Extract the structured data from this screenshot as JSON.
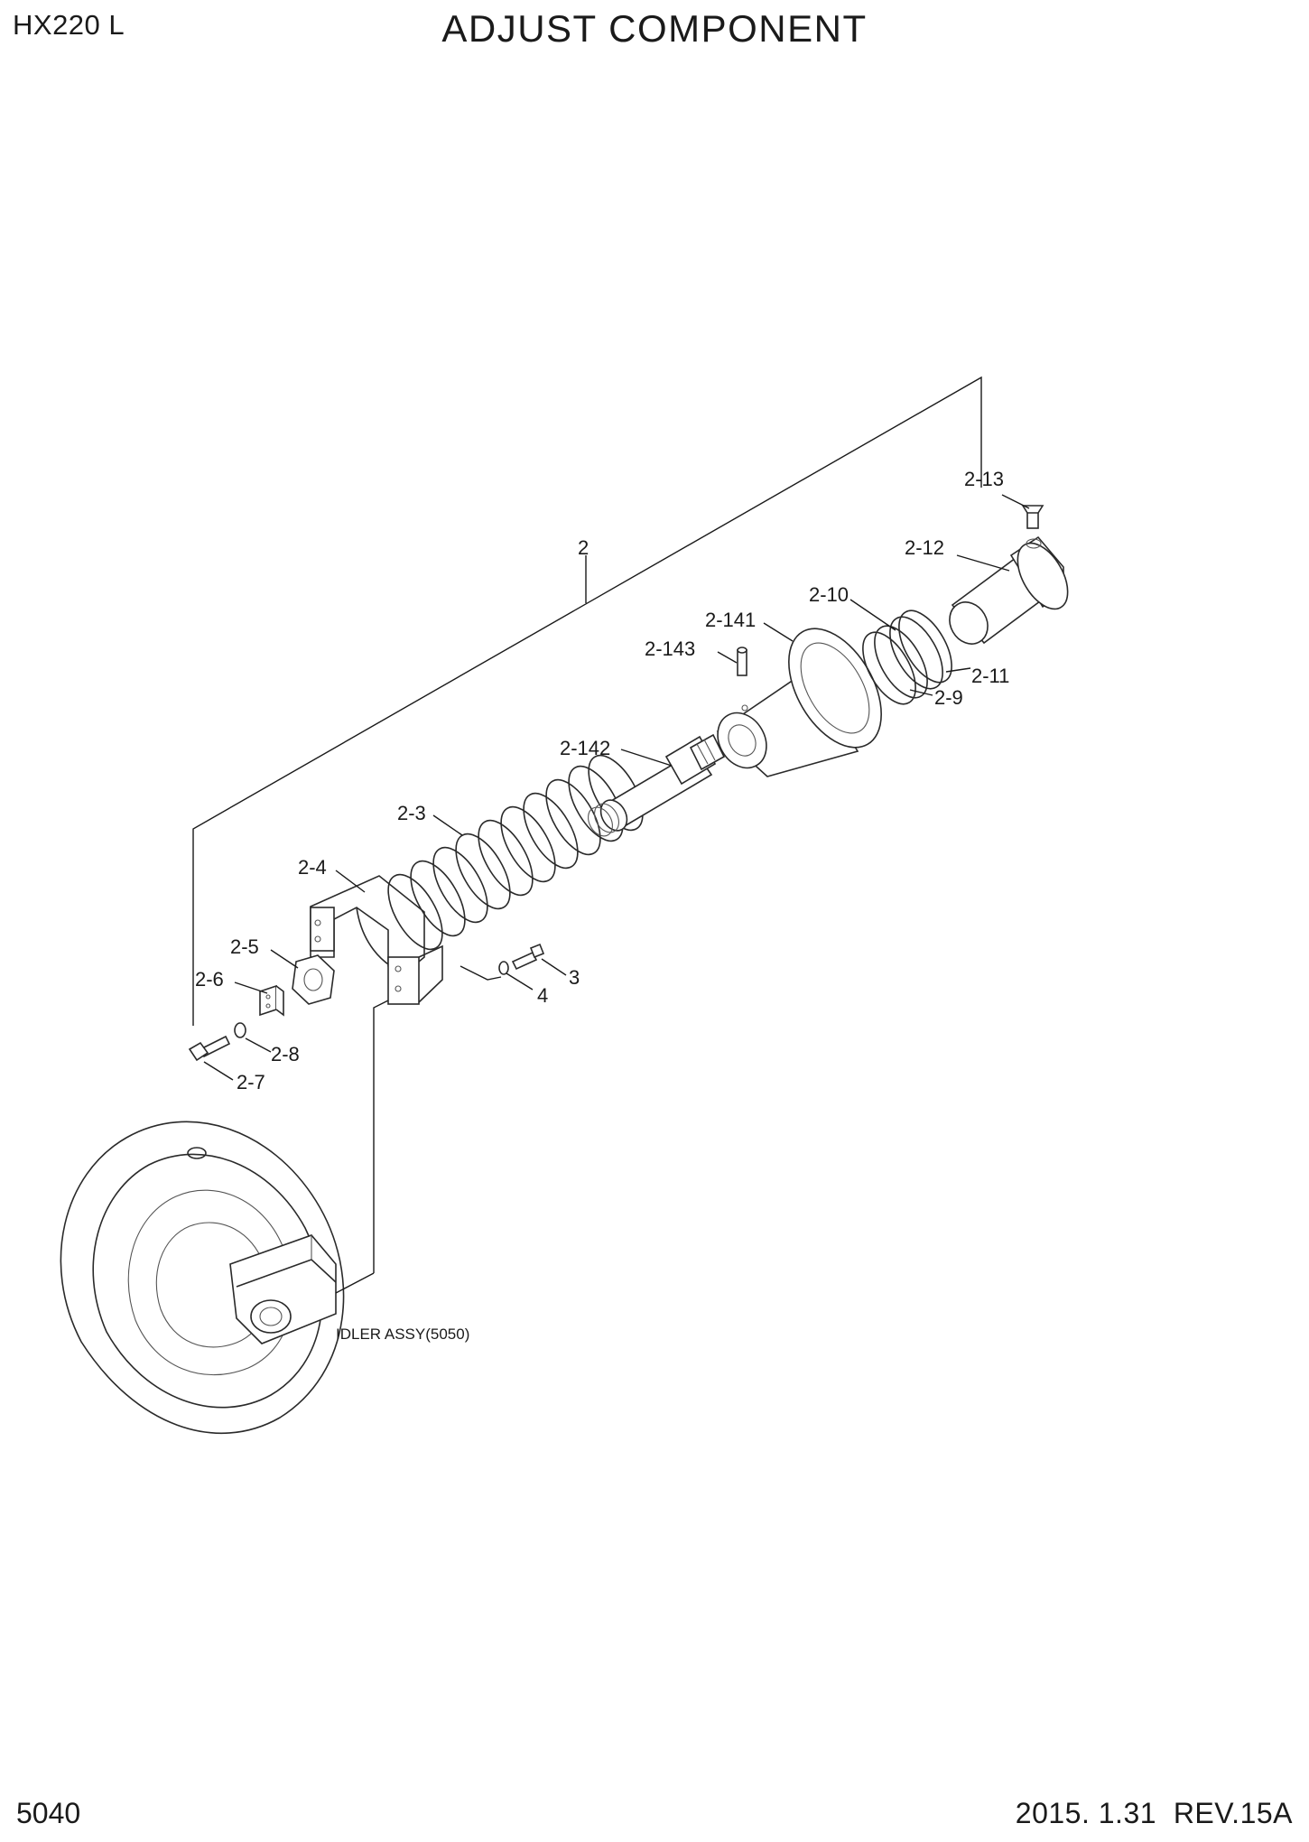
{
  "header": {
    "model": "HX220 L",
    "title": "ADJUST COMPONENT"
  },
  "footer": {
    "page_number": "5040",
    "revision": "2015. 1.31  REV.15A"
  },
  "callouts": {
    "c_2": "2",
    "c_2_13": "2-13",
    "c_2_12": "2-12",
    "c_2_10": "2-10",
    "c_2_11": "2-11",
    "c_2_9": "2-9",
    "c_2_141": "2-141",
    "c_2_143": "2-143",
    "c_2_142": "2-142",
    "c_2_3": "2-3",
    "c_2_4": "2-4",
    "c_2_5": "2-5",
    "c_2_6": "2-6",
    "c_2_7": "2-7",
    "c_2_8": "2-8",
    "c_3": "3",
    "c_4": "4"
  },
  "reference": {
    "idler_assy": "IDLER ASSY(5050)"
  }
}
